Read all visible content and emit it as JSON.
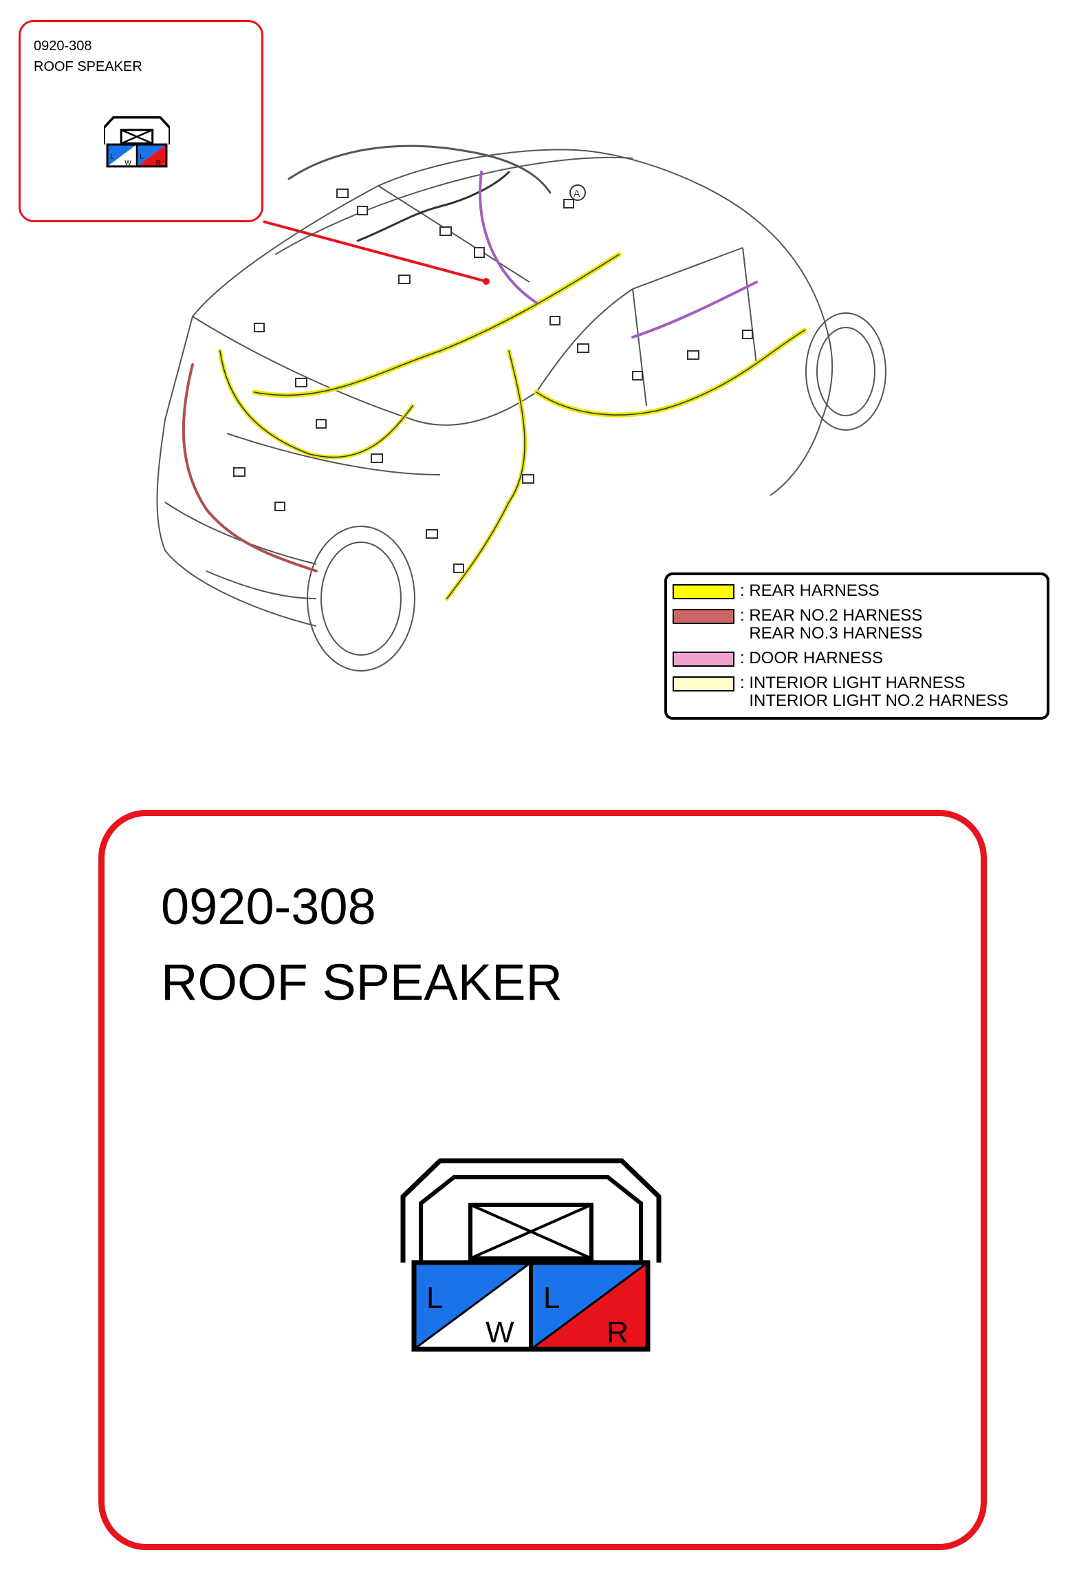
{
  "connector": {
    "code": "0920-308",
    "name": "ROOF SPEAKER",
    "pins": [
      {
        "top": "L",
        "bottom": "W",
        "top_color": "#1a73e8",
        "bottom_color": "#ffffff"
      },
      {
        "top": "L",
        "bottom": "R",
        "top_color": "#1a73e8",
        "bottom_color": "#e8141c"
      }
    ]
  },
  "callout_marker": "A",
  "legend": {
    "items": [
      {
        "color": "#ffff00",
        "text": ": REAR HARNESS"
      },
      {
        "color": "#cc6666",
        "text": ": REAR NO.2 HARNESS\n  REAR NO.3 HARNESS"
      },
      {
        "color": "#f2a0d0",
        "text": ": DOOR HARNESS"
      },
      {
        "color": "#ffffcc",
        "text": ": INTERIOR LIGHT HARNESS\n  INTERIOR LIGHT NO.2 HARNESS"
      }
    ]
  },
  "colors": {
    "callout_border": "#e8141c",
    "pin_blue": "#1a73e8",
    "pin_red": "#e8141c"
  }
}
